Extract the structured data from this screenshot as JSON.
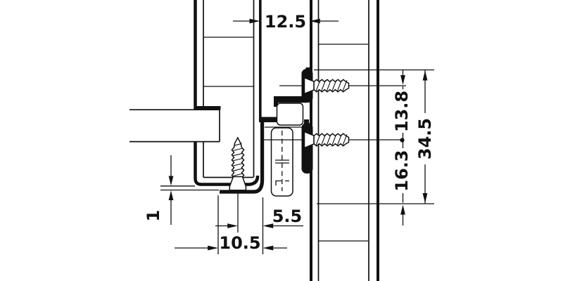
{
  "drawing": {
    "kind": "technical-cross-section",
    "colors": {
      "line": "#111111",
      "background": "#ffffff"
    },
    "dimensions": {
      "panel_gap": {
        "value": "12.5"
      },
      "top_screw_offset": {
        "value": "13.8"
      },
      "bottom_screw_offset": {
        "value": "16.3"
      },
      "overall_height": {
        "value": "34.5"
      },
      "bottom_clearance": {
        "value": "1"
      },
      "screw_to_profile": {
        "value": "5.5"
      },
      "profile_width": {
        "value": "10.5"
      }
    }
  }
}
